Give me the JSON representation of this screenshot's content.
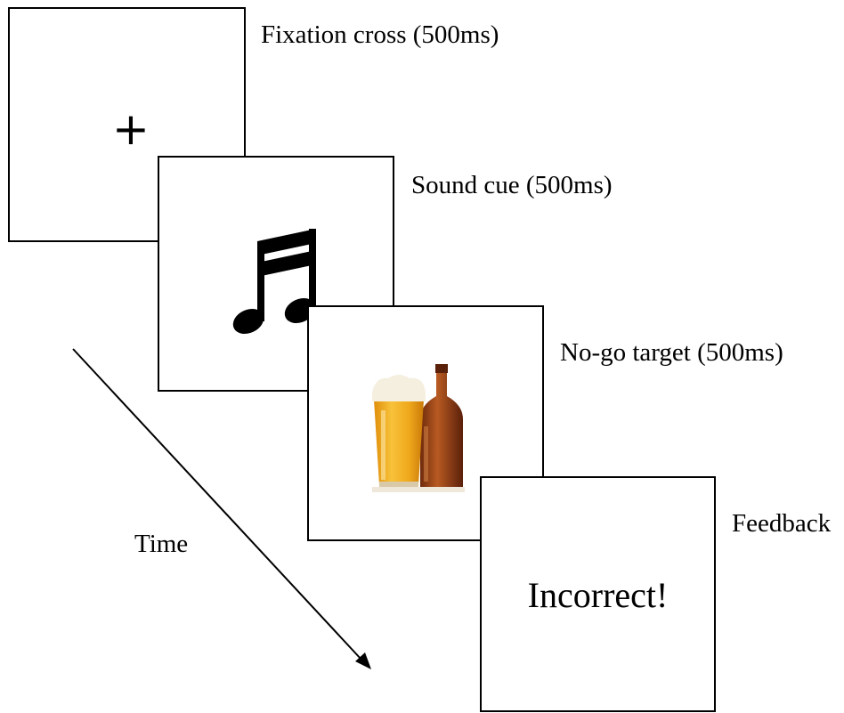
{
  "stages": [
    {
      "label": "Fixation cross (500ms)",
      "content": "+"
    },
    {
      "label": "Sound cue (500ms)",
      "icon": "music-note-icon"
    },
    {
      "label": "No-go target (500ms)",
      "icon": "beer-glass-and-bottle-image"
    },
    {
      "label": "Feedback",
      "content": "Incorrect!"
    }
  ],
  "time_axis": {
    "label": "Time",
    "icon": "arrow-down-right-icon"
  },
  "colors": {
    "border": "#000000",
    "background": "#ffffff",
    "beer": "#f0a81c",
    "bottle": "#9a3e14",
    "foam": "#f5efe0"
  }
}
